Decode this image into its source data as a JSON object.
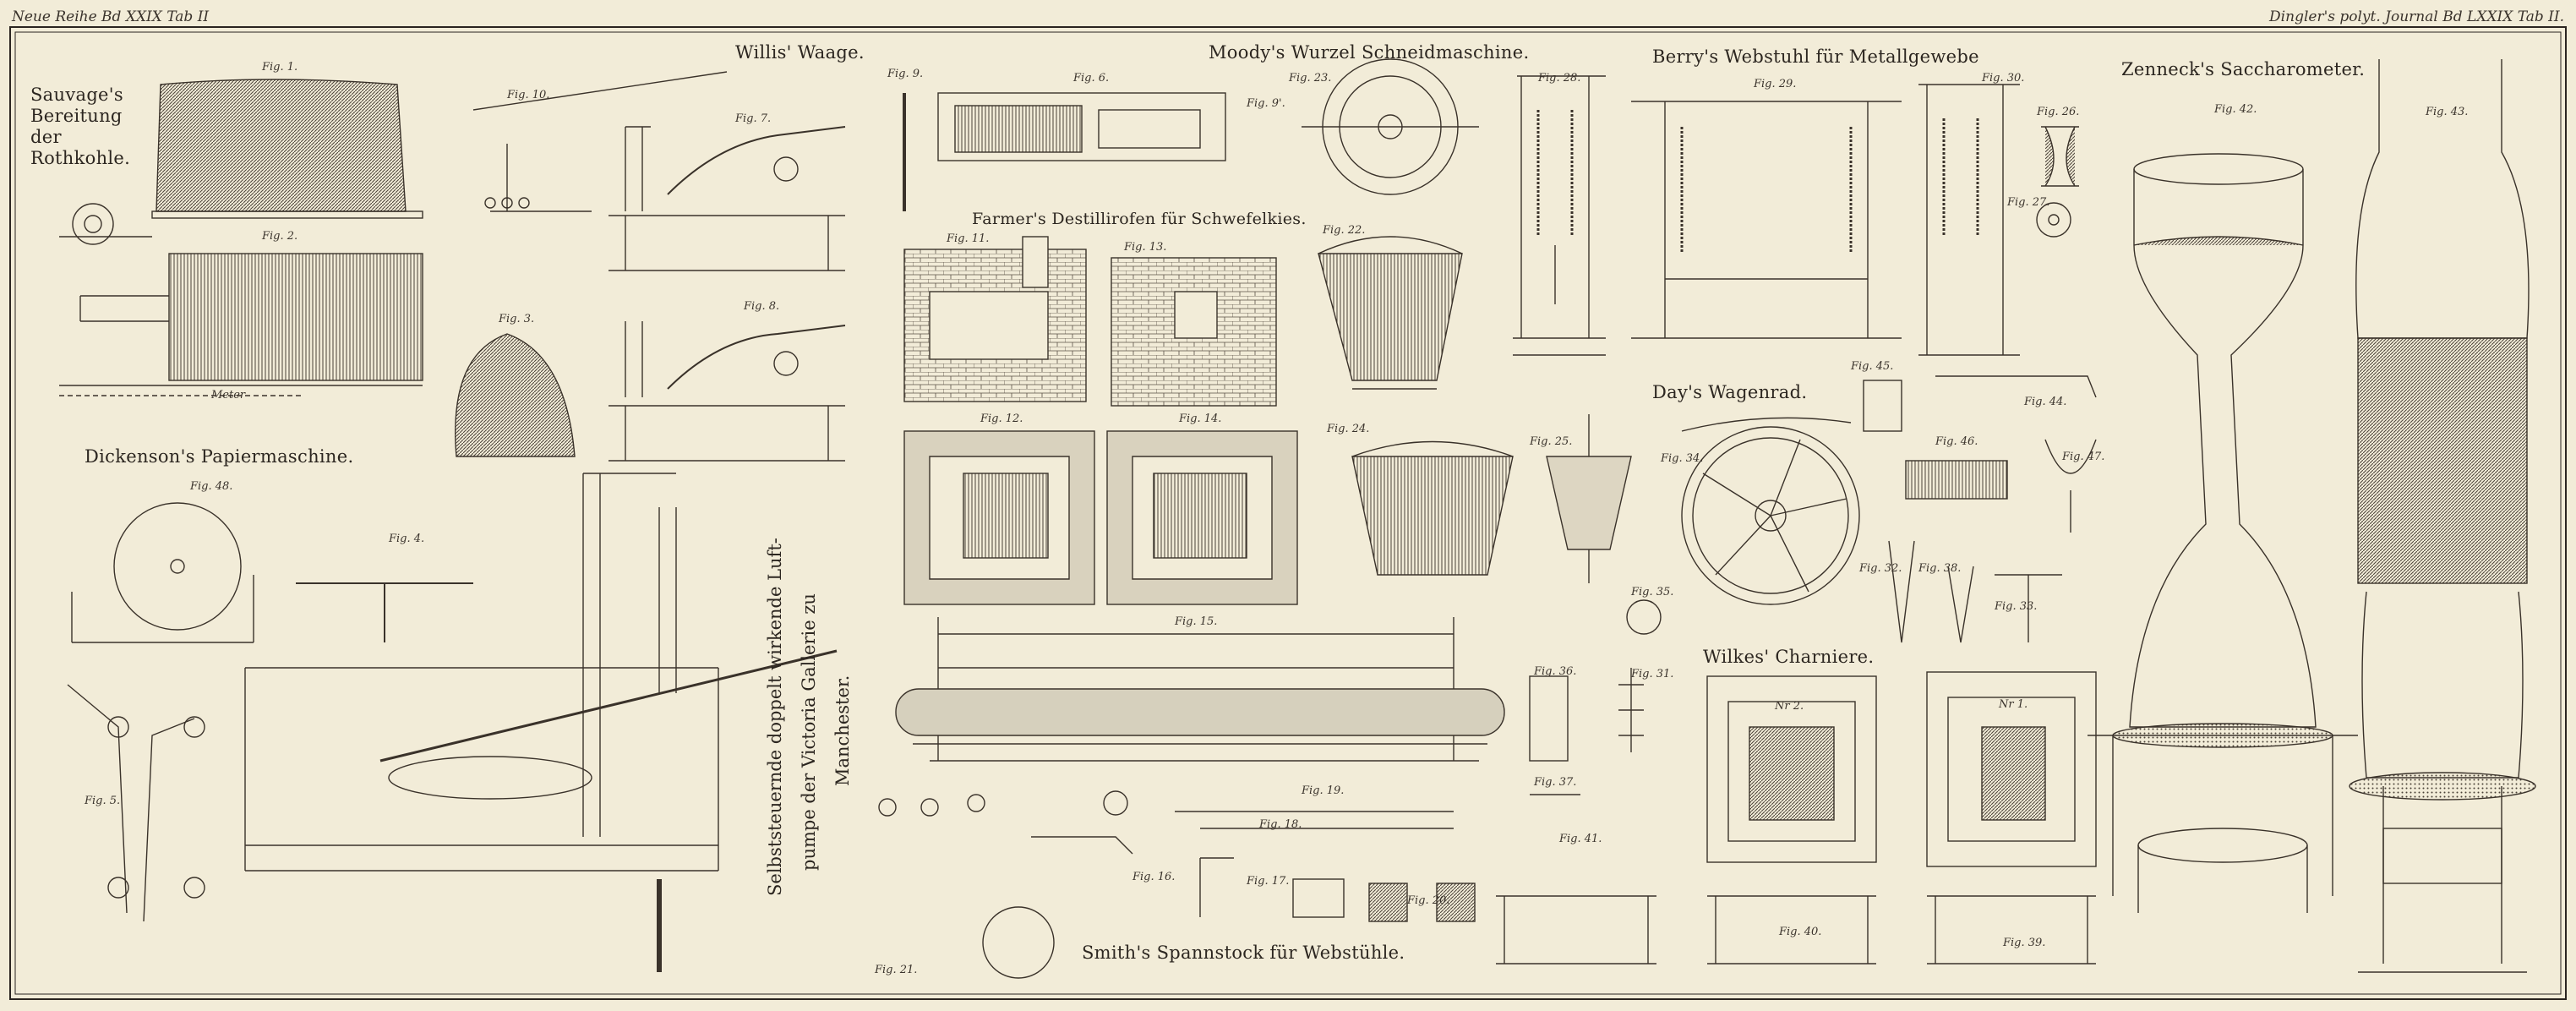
{
  "header": {
    "left": "Neue Reihe Bd XXIX Tab II",
    "right": "Dingler's polyt. Journal Bd LXXIX Tab II."
  },
  "titles": {
    "sauvage": "Sauvage's Bereitung der Rothkohle.",
    "willis": "Willis' Waage.",
    "moody": "Moody's Wurzel Schneidmaschine.",
    "berry": "Berry's Webstuhl für Metallgewebe",
    "zenneck": "Zenneck's Saccharometer.",
    "farmer": "Farmer's Destillirofen für Schwefelkies.",
    "dickenson": "Dickenson's Papiermaschine.",
    "pump_line1": "Selbststeuernde doppelt wirkende Luft-",
    "pump_line2": "pumpe der Victoria Gallerie zu",
    "pump_line3": "Manchester.",
    "day": "Day's Wagenrad.",
    "wilkes": "Wilkes' Charniere.",
    "smith": "Smith's Spannstock für Webstühle."
  },
  "figs": {
    "f1": "Fig. 1.",
    "f2": "Fig. 2.",
    "f3": "Fig. 3.",
    "f4": "Fig. 4.",
    "f5": "Fig. 5.",
    "f6": "Fig. 6.",
    "f7": "Fig. 7.",
    "f8": "Fig. 8.",
    "f9": "Fig. 9.",
    "f9b": "Fig. 9'.",
    "f10": "Fig. 10.",
    "f11": "Fig. 11.",
    "f12": "Fig. 12.",
    "f13": "Fig. 13.",
    "f14": "Fig. 14.",
    "f15": "Fig. 15.",
    "f16": "Fig. 16.",
    "f17": "Fig. 17.",
    "f18": "Fig. 18.",
    "f19": "Fig. 19.",
    "f20": "Fig. 20.",
    "f21": "Fig. 21.",
    "f22": "Fig. 22.",
    "f23": "Fig. 23.",
    "f24": "Fig. 24.",
    "f25": "Fig. 25.",
    "f26": "Fig. 26.",
    "f27": "Fig. 27.",
    "f28": "Fig. 28.",
    "f29": "Fig. 29.",
    "f30": "Fig. 30.",
    "f31": "Fig. 31.",
    "f32": "Fig. 32.",
    "f33": "Fig. 33.",
    "f34": "Fig. 34.",
    "f35": "Fig. 35.",
    "f36": "Fig. 36.",
    "f37": "Fig. 37.",
    "f38": "Fig. 38.",
    "f39": "Fig. 39.",
    "f40": "Fig. 40.",
    "f41": "Fig. 41.",
    "f42": "Fig. 42.",
    "f43": "Fig. 43.",
    "f44": "Fig. 44.",
    "f45": "Fig. 45.",
    "f46": "Fig. 46.",
    "f47": "Fig. 47.",
    "f48": "Fig. 48.",
    "scale": "Meter",
    "nr2": "Nr 2.",
    "nr1": "Nr 1."
  }
}
